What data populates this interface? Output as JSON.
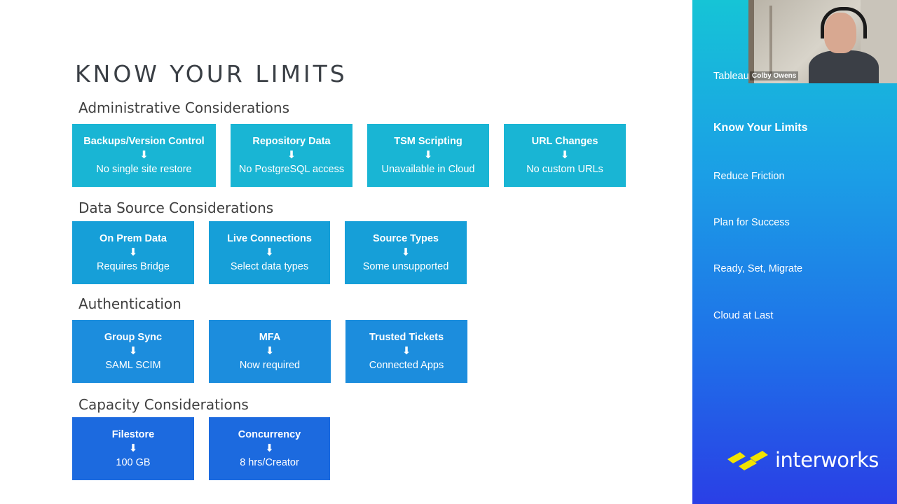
{
  "slide": {
    "title": "KNOW YOUR LIMITS",
    "sections": [
      {
        "heading": "Administrative Considerations",
        "cards": [
          {
            "head": "Backups/Version Control",
            "arrow": "⬇",
            "body": "No single site restore"
          },
          {
            "head": "Repository Data",
            "arrow": "⬇",
            "body": "No PostgreSQL access"
          },
          {
            "head": "TSM Scripting",
            "arrow": "⬇",
            "body": "Unavailable in Cloud"
          },
          {
            "head": "URL Changes",
            "arrow": "⬇",
            "body": "No custom URLs"
          }
        ]
      },
      {
        "heading": "Data Source Considerations",
        "cards": [
          {
            "head": "On Prem Data",
            "arrow": "⬇",
            "body": "Requires Bridge"
          },
          {
            "head": "Live Connections",
            "arrow": "⬇",
            "body": "Select data types"
          },
          {
            "head": "Source Types",
            "arrow": "⬇",
            "body": "Some unsupported"
          }
        ]
      },
      {
        "heading": "Authentication",
        "cards": [
          {
            "head": "Group Sync",
            "arrow": "⬇",
            "body": "SAML SCIM"
          },
          {
            "head": "MFA",
            "arrow": "⬇",
            "body": "Now required"
          },
          {
            "head": "Trusted Tickets",
            "arrow": "⬇",
            "body": "Connected Apps"
          }
        ]
      },
      {
        "heading": "Capacity Considerations",
        "cards": [
          {
            "head": "Filestore",
            "arrow": "⬇",
            "body": "100 GB"
          },
          {
            "head": "Concurrency",
            "arrow": "⬇",
            "body": "8 hrs/Creator"
          }
        ]
      }
    ]
  },
  "sidebar": {
    "items": [
      {
        "label": "Tableau"
      },
      {
        "label": "Know Your Limits"
      },
      {
        "label": "Reduce Friction"
      },
      {
        "label": "Plan for Success"
      },
      {
        "label": "Ready, Set, Migrate"
      },
      {
        "label": "Cloud at Last"
      }
    ],
    "active_index": 1,
    "logo_text": "interworks"
  },
  "video": {
    "participant_name": "Colby Owens"
  },
  "colors": {
    "sidebar_top": "#16c4d6",
    "sidebar_bottom": "#2a3fe6",
    "logo_yellow": "#f2e400",
    "card_admin": "#19b5d4",
    "card_data_source": "#169fd8",
    "card_auth": "#1c8ddd",
    "card_capacity": "#1c6adf"
  }
}
